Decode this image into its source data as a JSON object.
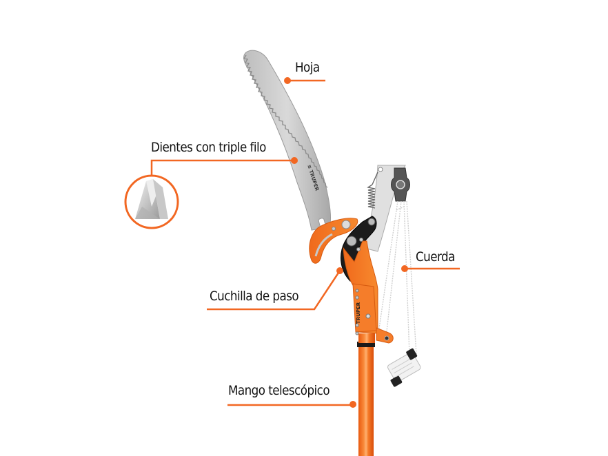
{
  "diagram": {
    "subject": "Pole pruner with saw (Truper)",
    "brand": "TRUPER",
    "accent_color": "#f26722",
    "labels": [
      {
        "id": "hoja",
        "text": "Hoja"
      },
      {
        "id": "dientes",
        "text": "Dientes con triple filo"
      },
      {
        "id": "cuerda",
        "text": "Cuerda"
      },
      {
        "id": "cuchilla",
        "text": "Cuchilla de paso"
      },
      {
        "id": "mango",
        "text": "Mango telescópico"
      }
    ],
    "inset": {
      "name": "triple-edge-tooth-detail"
    }
  }
}
